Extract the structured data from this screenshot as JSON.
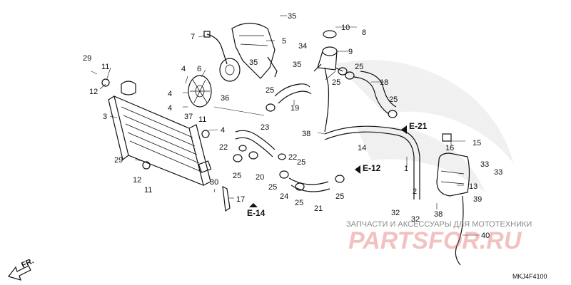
{
  "callouts": [
    {
      "id": "c1",
      "text": "1"
    },
    {
      "id": "c2",
      "text": "2"
    },
    {
      "id": "c3",
      "text": "3"
    },
    {
      "id": "c4a",
      "text": "4"
    },
    {
      "id": "c4b",
      "text": "4"
    },
    {
      "id": "c4c",
      "text": "4"
    },
    {
      "id": "c4d",
      "text": "4"
    },
    {
      "id": "c5",
      "text": "5"
    },
    {
      "id": "c6",
      "text": "6"
    },
    {
      "id": "c7",
      "text": "7"
    },
    {
      "id": "c8",
      "text": "8"
    },
    {
      "id": "c9",
      "text": "9"
    },
    {
      "id": "c10",
      "text": "10"
    },
    {
      "id": "c11a",
      "text": "11"
    },
    {
      "id": "c11b",
      "text": "11"
    },
    {
      "id": "c11c",
      "text": "11"
    },
    {
      "id": "c12a",
      "text": "12"
    },
    {
      "id": "c12b",
      "text": "12"
    },
    {
      "id": "c13",
      "text": "13"
    },
    {
      "id": "c14",
      "text": "14"
    },
    {
      "id": "c15",
      "text": "15"
    },
    {
      "id": "c16",
      "text": "16"
    },
    {
      "id": "c17",
      "text": "17"
    },
    {
      "id": "c18",
      "text": "18"
    },
    {
      "id": "c19",
      "text": "19"
    },
    {
      "id": "c20",
      "text": "20"
    },
    {
      "id": "c21",
      "text": "21"
    },
    {
      "id": "c22a",
      "text": "22"
    },
    {
      "id": "c22b",
      "text": "22"
    },
    {
      "id": "c23",
      "text": "23"
    },
    {
      "id": "c24",
      "text": "24"
    },
    {
      "id": "c25a",
      "text": "25"
    },
    {
      "id": "c25b",
      "text": "25"
    },
    {
      "id": "c25c",
      "text": "25"
    },
    {
      "id": "c25d",
      "text": "25"
    },
    {
      "id": "c25e",
      "text": "25"
    },
    {
      "id": "c25f",
      "text": "25"
    },
    {
      "id": "c25g",
      "text": "25"
    },
    {
      "id": "c25h",
      "text": "25"
    },
    {
      "id": "c25i",
      "text": "25"
    },
    {
      "id": "c29a",
      "text": "29"
    },
    {
      "id": "c29b",
      "text": "29"
    },
    {
      "id": "c30",
      "text": "30"
    },
    {
      "id": "c32a",
      "text": "32"
    },
    {
      "id": "c32b",
      "text": "32"
    },
    {
      "id": "c33a",
      "text": "33"
    },
    {
      "id": "c33b",
      "text": "33"
    },
    {
      "id": "c34",
      "text": "34"
    },
    {
      "id": "c35a",
      "text": "35"
    },
    {
      "id": "c35b",
      "text": "35"
    },
    {
      "id": "c35c",
      "text": "35"
    },
    {
      "id": "c36",
      "text": "36"
    },
    {
      "id": "c37",
      "text": "37"
    },
    {
      "id": "c38a",
      "text": "38"
    },
    {
      "id": "c38b",
      "text": "38"
    },
    {
      "id": "c39",
      "text": "39"
    },
    {
      "id": "c40",
      "text": "40"
    }
  ],
  "refs": {
    "e21": "E-21",
    "e12": "E-12",
    "e14": "E-14"
  },
  "direction_label": "FR.",
  "diagram_code": "MKJ4F4100",
  "watermark": {
    "line1": "ЗАПЧАСТИ И АКСЕССУАРЫ ДЛЯ МОТОТЕХНИКИ",
    "line2": "PARTSFOR.RU"
  },
  "colors": {
    "ink": "#111111",
    "watermark_red": "#d9534f",
    "watermark_gray": "#8a8a8a"
  }
}
